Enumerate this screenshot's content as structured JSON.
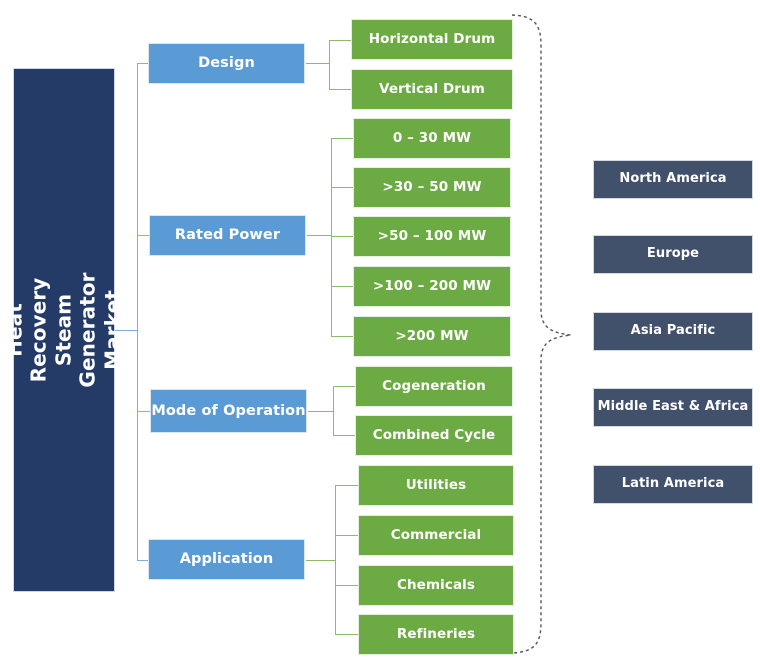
{
  "diagram": {
    "type": "tree-segmentation",
    "title": "Heat Recovery Steam Generator Market",
    "root": {
      "label": "Heat Recovery Steam Generator Market",
      "color": "#243b68"
    },
    "colors": {
      "root": "#243b68",
      "category": "#5b9bd5",
      "leaf": "#6cab43",
      "region": "#41516b",
      "connector_blue": "#7eaedd",
      "connector_green": "#8cbb6a",
      "brace": "#5a5a5a",
      "background": "#ffffff"
    },
    "categories": [
      {
        "label": "Design",
        "children": [
          {
            "label": "Horizontal Drum"
          },
          {
            "label": "Vertical Drum"
          }
        ]
      },
      {
        "label": "Rated Power",
        "children": [
          {
            "label": "0 – 30 MW"
          },
          {
            "label": ">30 – 50 MW"
          },
          {
            "label": ">50 – 100 MW"
          },
          {
            "label": ">100 – 200 MW"
          },
          {
            "label": ">200 MW"
          }
        ]
      },
      {
        "label": "Mode of Operation",
        "children": [
          {
            "label": "Cogeneration"
          },
          {
            "label": "Combined Cycle"
          }
        ]
      },
      {
        "label": "Application",
        "children": [
          {
            "label": "Utilities"
          },
          {
            "label": "Commercial"
          },
          {
            "label": "Chemicals"
          },
          {
            "label": "Refineries"
          }
        ]
      }
    ],
    "regions": [
      {
        "label": "North America"
      },
      {
        "label": "Europe"
      },
      {
        "label": "Asia Pacific"
      },
      {
        "label": "Middle East & Africa"
      },
      {
        "label": "Latin America"
      }
    ]
  }
}
